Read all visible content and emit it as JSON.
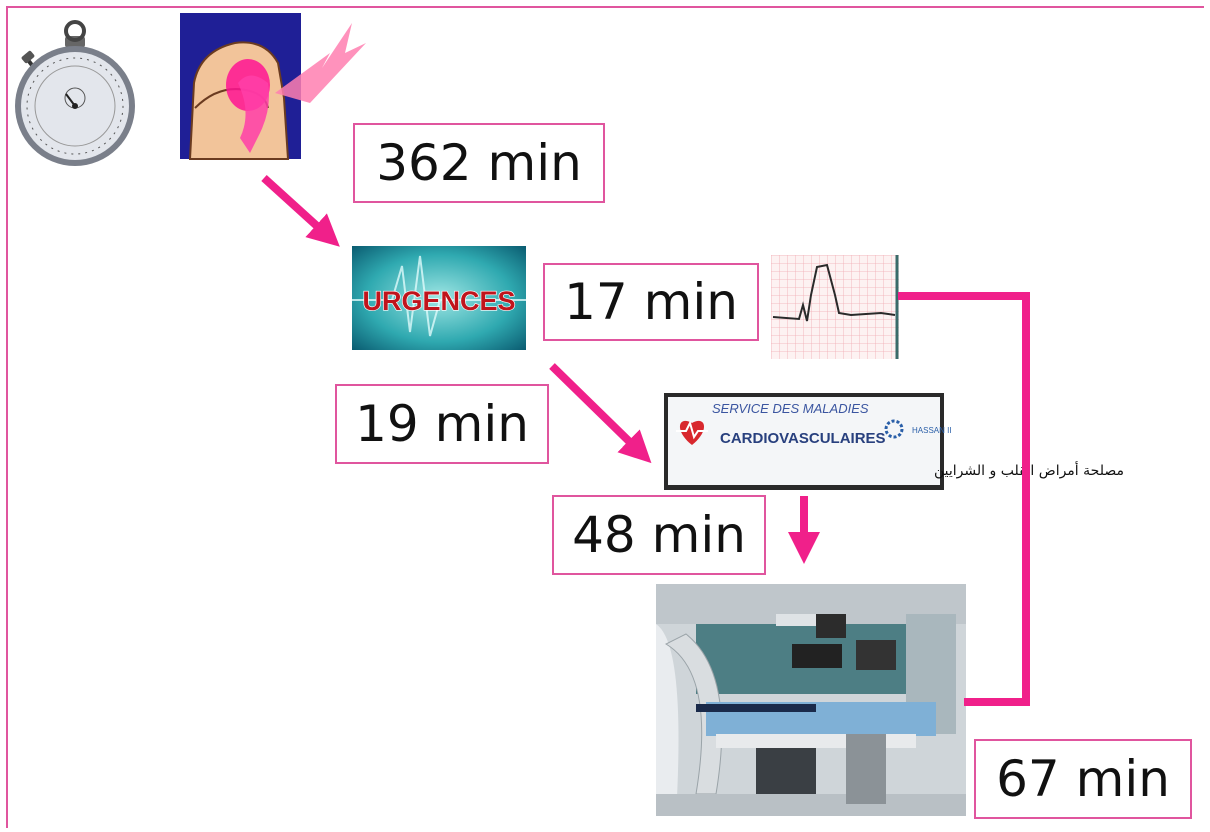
{
  "colors": {
    "accent": "#e0559e",
    "connector": "#f0208a"
  },
  "steps": [
    {
      "time": "362 min"
    },
    {
      "time": "17 min"
    },
    {
      "time": "19 min"
    },
    {
      "time": "48 min"
    },
    {
      "time": "67 min"
    }
  ],
  "urgences": {
    "label": "URGENCES"
  },
  "service": {
    "line1": "SERVICE DES MALADIES",
    "line2": "CARDIOVASCULAIRES",
    "line3": "مصلحة أمراض القلب و الشرايين"
  },
  "icons": [
    "stopwatch-icon",
    "chest-pain-icon",
    "ecg-icon",
    "heart-icon",
    "cath-lab-photo"
  ]
}
